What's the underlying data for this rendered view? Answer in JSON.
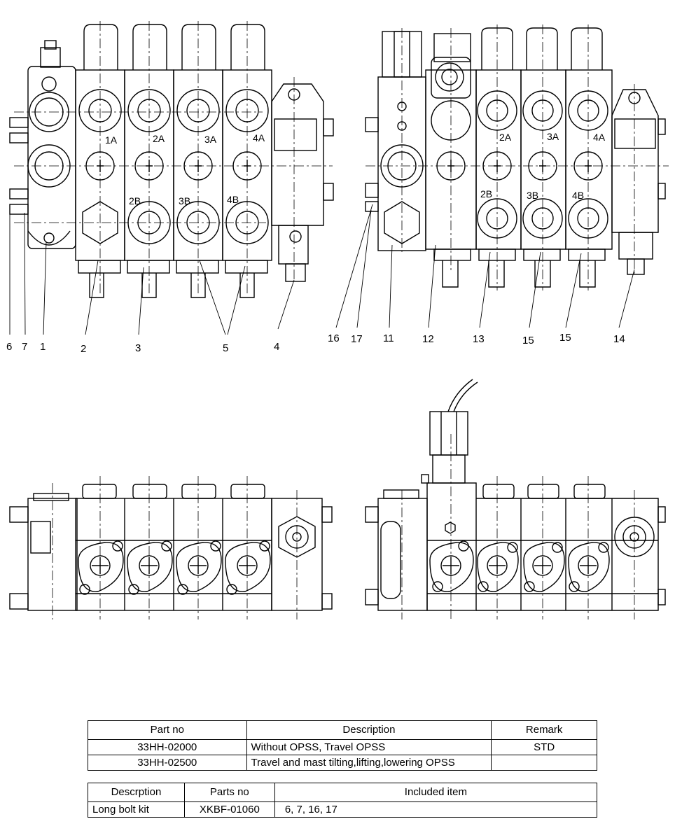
{
  "port_labels": {
    "left_view": [
      "1A",
      "2A",
      "3A",
      "4A",
      "2B",
      "3B",
      "4B"
    ],
    "right_view": [
      "2A",
      "3A",
      "4A",
      "2B",
      "3B",
      "4B"
    ]
  },
  "callouts": {
    "left_view": [
      "6",
      "7",
      "1",
      "2",
      "3",
      "5",
      "4"
    ],
    "right_view": [
      "16",
      "17",
      "11",
      "12",
      "13",
      "15",
      "15",
      "14"
    ]
  },
  "parts_table": {
    "headers": [
      "Part no",
      "Description",
      "Remark"
    ],
    "rows": [
      [
        "33HH-02000",
        "Without OPSS, Travel OPSS",
        "STD"
      ],
      [
        "33HH-02500",
        "Travel and mast tilting,lifting,lowering OPSS",
        ""
      ]
    ]
  },
  "kit_table": {
    "headers": [
      "Descrption",
      "Parts no",
      "Included item"
    ],
    "rows": [
      [
        "Long bolt kit",
        "XKBF-01060",
        "6, 7, 16, 17"
      ]
    ]
  }
}
